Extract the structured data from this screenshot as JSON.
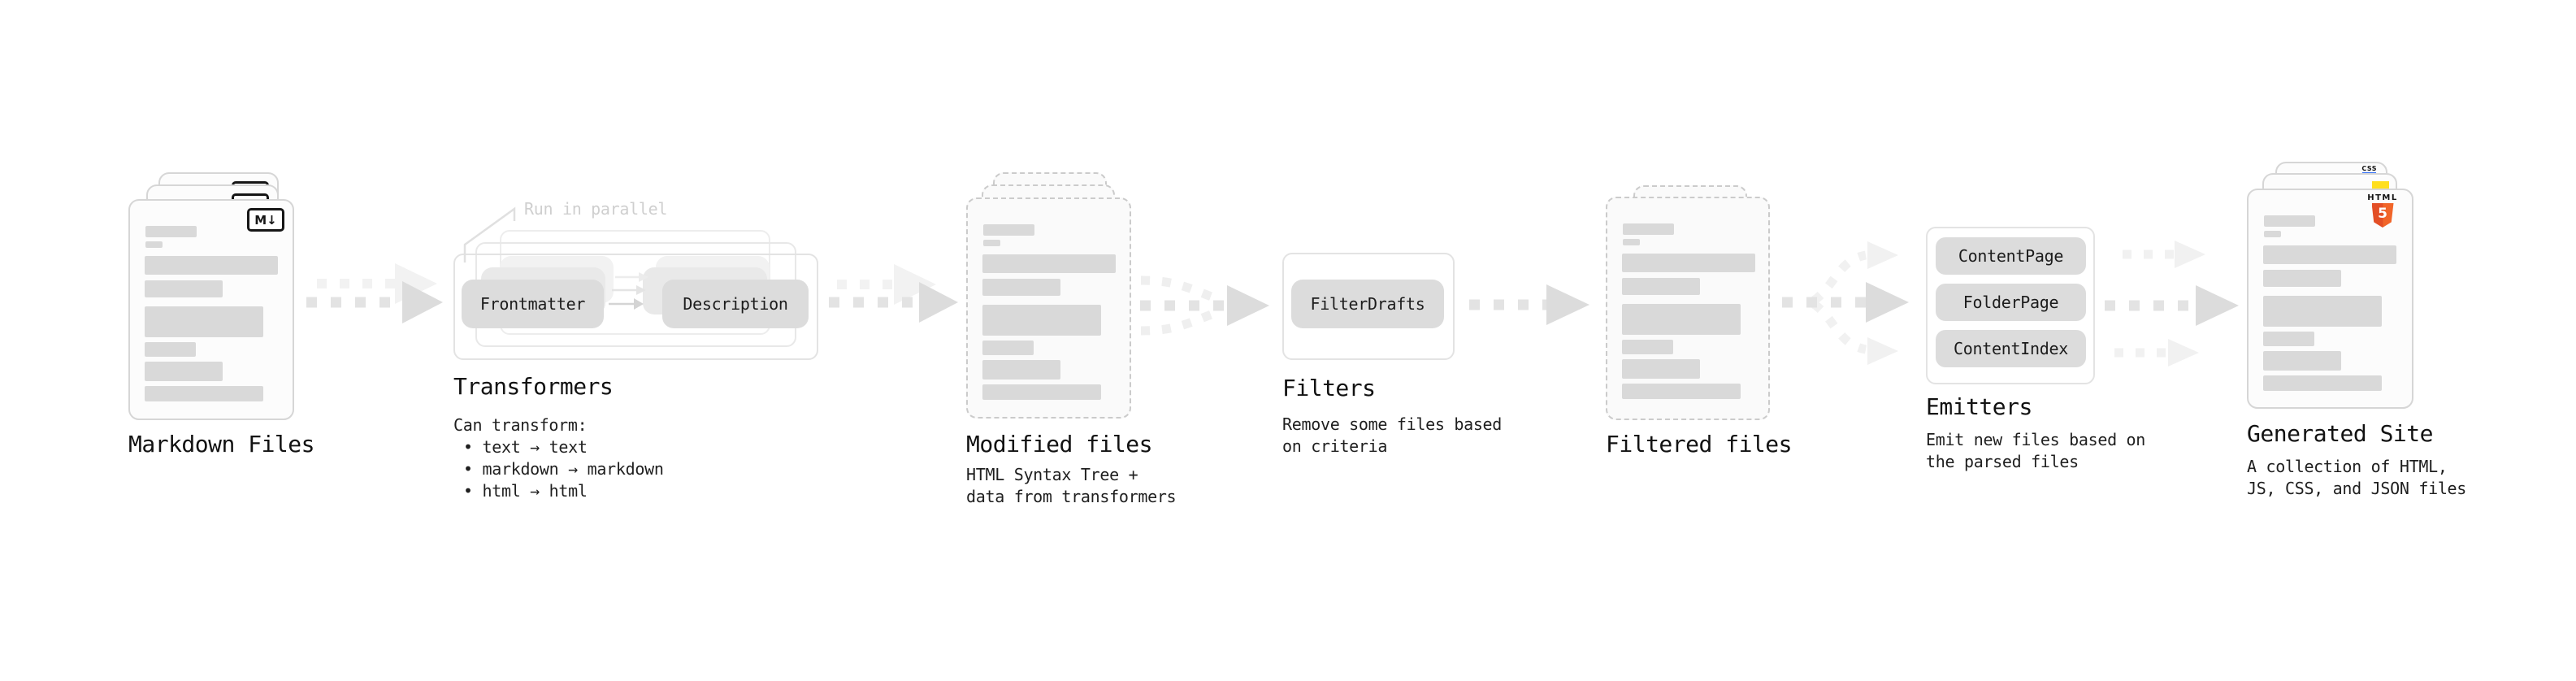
{
  "stages": {
    "markdown": {
      "title": "Markdown Files",
      "badge": "M↓"
    },
    "transformers": {
      "title": "Transformers",
      "annotation": "Run in parallel",
      "pill_left": "Frontmatter",
      "pill_right": "Description",
      "desc_heading": "Can transform:",
      "bullets": [
        "• text → text",
        "• markdown → markdown",
        "• html → html"
      ]
    },
    "modified": {
      "title": "Modified files",
      "desc": [
        "HTML Syntax Tree +",
        "data from transformers"
      ]
    },
    "filters": {
      "title": "Filters",
      "pill": "FilterDrafts",
      "desc": [
        "Remove some files based",
        "on criteria"
      ]
    },
    "filtered": {
      "title": "Filtered files"
    },
    "emitters": {
      "title": "Emitters",
      "pills": [
        "ContentPage",
        "FolderPage",
        "ContentIndex"
      ],
      "desc": [
        "Emit new files based on",
        "the parsed files"
      ]
    },
    "generated": {
      "title": "Generated Site",
      "desc": [
        "A collection of HTML,",
        "JS, CSS, and JSON files"
      ],
      "badge_css": "CSS",
      "badge_html": "HTML",
      "badge_html_number": "5"
    }
  },
  "colors": {
    "html5_orange": "#e34f26",
    "js_yellow": "#ffdf1e",
    "css_blue": "#2f6df6",
    "skeleton_bar": "#d9d9d9",
    "pill_fill": "#dcdcdc",
    "arrow_main": "#dcdcdc",
    "arrow_light": "#f1f1f1",
    "annotation_gray": "#cfcfcf"
  }
}
